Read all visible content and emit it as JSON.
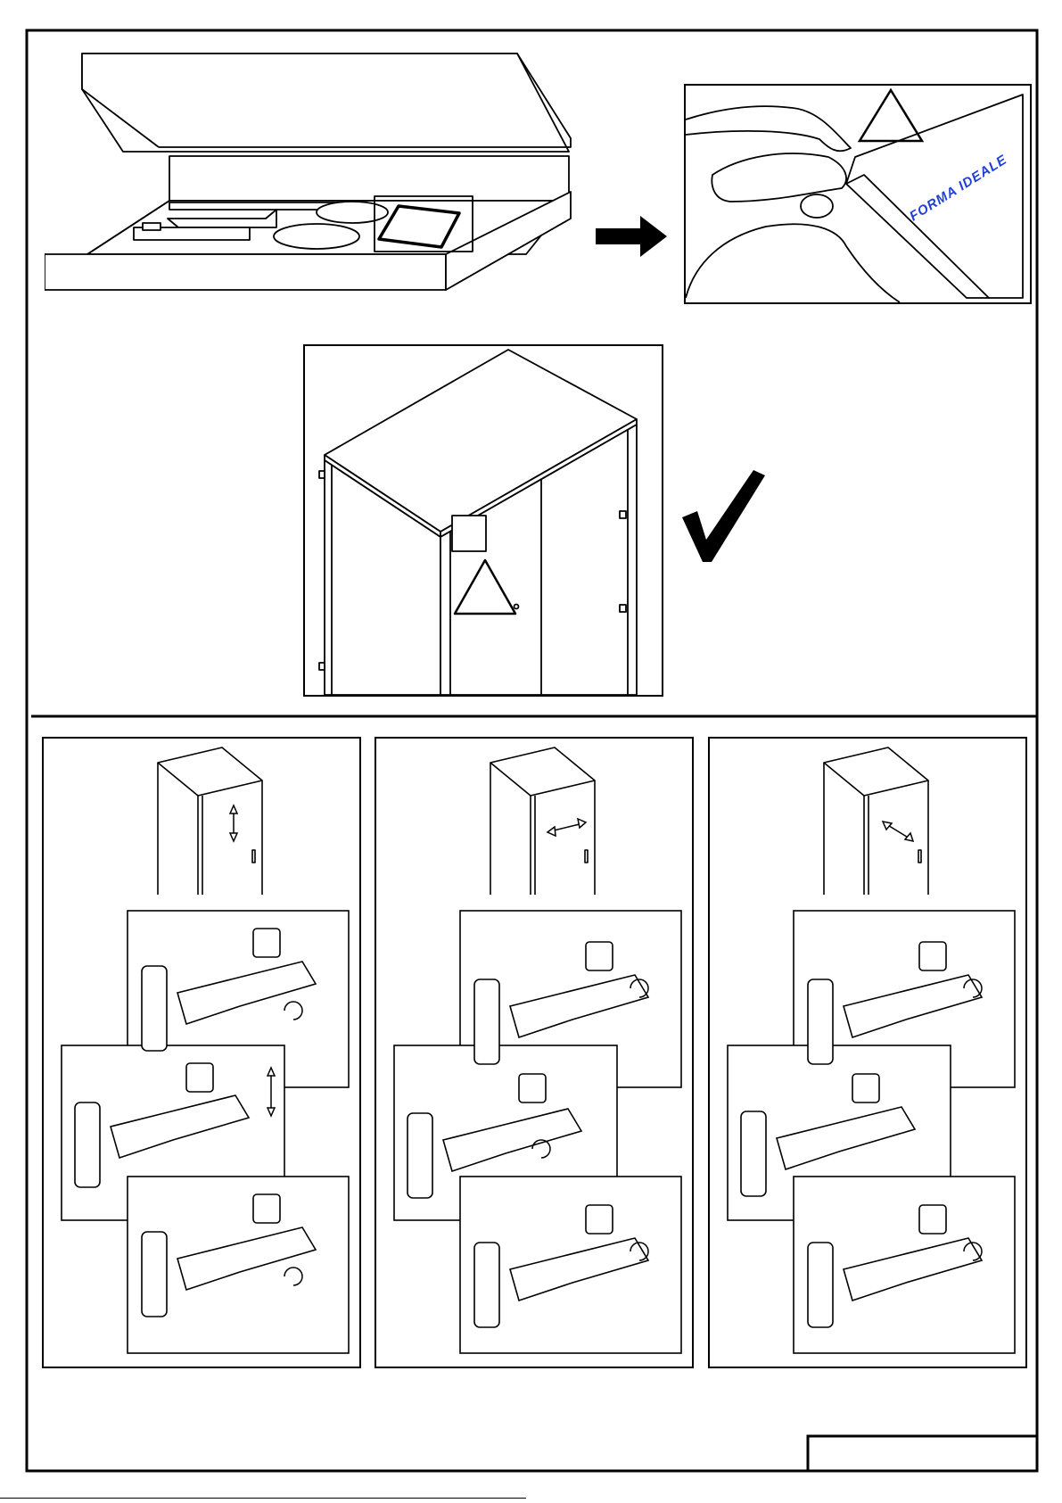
{
  "document": {
    "brand_label": "FORMA IDEALE",
    "accent_color": "#1f3fd6",
    "line_color": "#000000"
  },
  "steps": [
    {
      "step": "unbox",
      "icons": [
        "box-open-icon",
        "arrow-right-icon",
        "peel-film-icon",
        "warning-triangle-icon"
      ]
    },
    {
      "step": "check-assembly",
      "icons": [
        "cabinet-icon",
        "warning-triangle-icon",
        "checkmark-icon"
      ]
    },
    {
      "step": "adjust-vertical",
      "icons": [
        "cabinet-icon",
        "double-arrow-vertical-icon",
        "hinge-icon",
        "rotate-icon"
      ]
    },
    {
      "step": "adjust-lateral",
      "icons": [
        "cabinet-icon",
        "double-arrow-horizontal-icon",
        "hinge-icon",
        "rotate-icon"
      ]
    },
    {
      "step": "adjust-depth",
      "icons": [
        "cabinet-icon",
        "double-arrow-diagonal-icon",
        "hinge-icon",
        "rotate-icon"
      ]
    }
  ]
}
